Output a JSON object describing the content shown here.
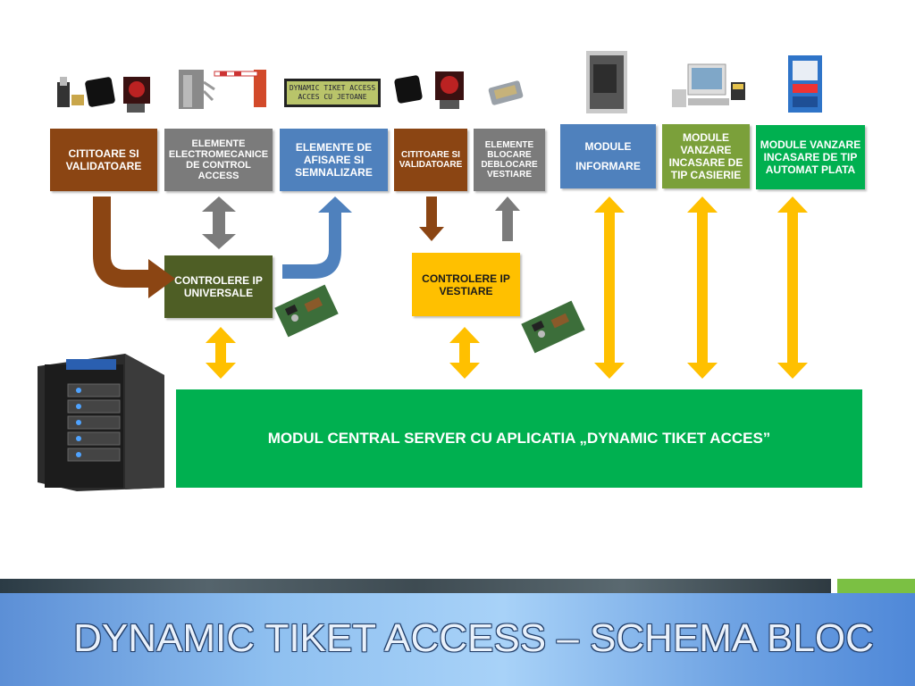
{
  "slide": {
    "title": "DYNAMIC TIKET ACCESS – SCHEMA BLOC"
  },
  "boxes": {
    "cititoare_validatoare": "CITITOARE SI VALIDATOARE",
    "elemente_electromecanice": "ELEMENTE ELECTROMECANICE DE CONTROL ACCESS",
    "elemente_afisare": "ELEMENTE DE AFISARE SI SEMNALIZARE",
    "cititoare_validatoare_2": "CITITOARE SI VALIDATOARE",
    "elemente_blocare": "ELEMENTE BLOCARE DEBLOCARE VESTIARE",
    "module_informare_1": "MODULE",
    "module_informare_2": "INFORMARE",
    "module_vanzare_casierie": "MODULE VANZARE INCASARE DE TIP CASIERIE",
    "module_vanzare_automat": "MODULE VANZARE INCASARE DE TIP AUTOMAT PLATA",
    "controlere_universale": "CONTROLERE IP UNIVERSALE",
    "controlere_vestiare": "CONTROLERE  IP VESTIARE",
    "modul_central": "MODUL CENTRAL SERVER CU APLICATIA „DYNAMIC TIKET ACCES”"
  },
  "lcd_display": {
    "line1": "DYNAMIC TIKET ACCESS",
    "line2": "ACCES CU JETOANE"
  },
  "colors": {
    "brown": "#8b4513",
    "grey": "#7b7b7b",
    "blue": "#4f81bd",
    "olive": "#4e5e25",
    "yellow": "#ffc000",
    "green": "#00b050"
  },
  "icons": [
    "card-reader-icon",
    "turnstile-icon",
    "barrier-icon",
    "lcd-display-icon",
    "lock-icon",
    "kiosk-icon",
    "pos-terminal-icon",
    "payment-machine-icon",
    "pcb-controller-icon",
    "nas-server-icon"
  ]
}
